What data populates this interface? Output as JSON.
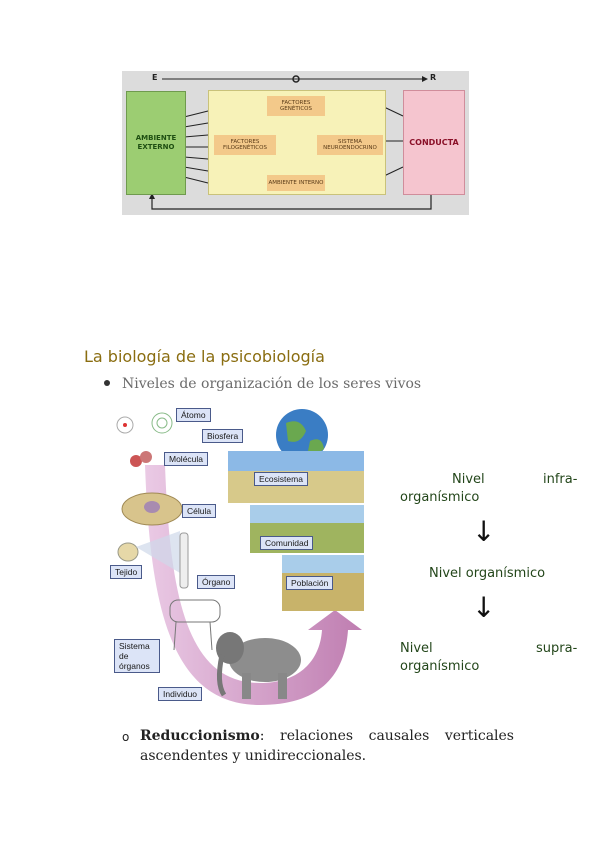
{
  "diagram": {
    "e_label": "E",
    "o_label": "O",
    "r_label": "R",
    "ambiente": "AMBIENTE EXTERNO",
    "factores_geneticos": "FACTORES GENÉTICOS",
    "factores_filogeneticos": "FACTORES FILOGENÉTICOS",
    "sistema_neuroendocrino": "SISTEMA NEUROENDOCRINO",
    "ambiente_interno": "AMBIENTE INTERNO",
    "conducta": "CONDUCTA",
    "colors": {
      "ambiente": "#9ccd72",
      "organismo": "#f7f2b8",
      "conducta": "#f5c5cf",
      "factores": "#f3c98a"
    }
  },
  "section": {
    "heading": "La biología de la psicobiología",
    "bullet": "Niveles de organización de los seres vivos"
  },
  "levels_image": {
    "labels": {
      "atomo": "Átomo",
      "biosfera": "Biosfera",
      "molecula": "Molécula",
      "ecosistema": "Ecosistema",
      "celula": "Célula",
      "comunidad": "Comunidad",
      "tejido": "Tejido",
      "organo": "Órgano",
      "poblacion": "Población",
      "sistema": "Sistema de órganos",
      "individuo": "Individuo"
    }
  },
  "levels": {
    "infra_1": "Nivel",
    "infra_2": "infra-",
    "infra_3": "organísmico",
    "organismico": "Nivel organísmico",
    "supra_1": "Nivel",
    "supra_2": "supra-",
    "supra_3": "organísmico",
    "arrow": "↓"
  },
  "reduccionismo": {
    "marker": "o",
    "term": "Reduccionismo",
    "colon": ":",
    "text": " relaciones causales verticales ascendentes y unidireccionales."
  }
}
